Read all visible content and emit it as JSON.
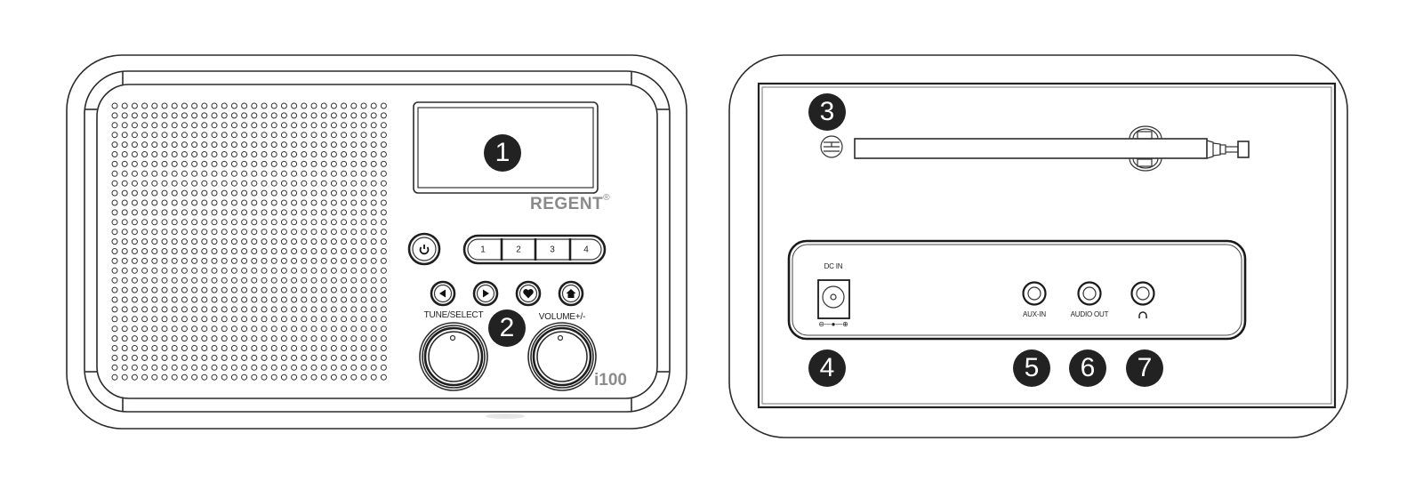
{
  "figure": {
    "type": "product-diagram",
    "views": [
      "front",
      "back"
    ]
  },
  "front": {
    "brand": "REGENT",
    "brand_mark": "®",
    "model": "i100",
    "presets": [
      "1",
      "2",
      "3",
      "4"
    ],
    "nav_buttons": [
      "left-arrow",
      "right-arrow",
      "heart",
      "home"
    ],
    "power_button": "power",
    "knobs": {
      "left_label": "TUNE/SELECT",
      "right_label": "VOLUME+/-"
    },
    "callouts": {
      "display": "1",
      "controls": "2"
    }
  },
  "back": {
    "dc_in_label": "DC IN",
    "polarity": "⊖—●—⊕",
    "ports": [
      {
        "label": "AUX-IN",
        "callout": "5"
      },
      {
        "label": "AUDIO OUT",
        "callout": "6"
      },
      {
        "label": "headphones",
        "callout": "7"
      }
    ],
    "callouts": {
      "antenna": "3",
      "dc_in": "4",
      "aux_in": "5",
      "audio_out": "6",
      "headphones": "7"
    }
  },
  "colors": {
    "line": "#2b2b2b",
    "badge": "#222222",
    "brand_gray": "#8a8a8a",
    "background": "#ffffff"
  }
}
